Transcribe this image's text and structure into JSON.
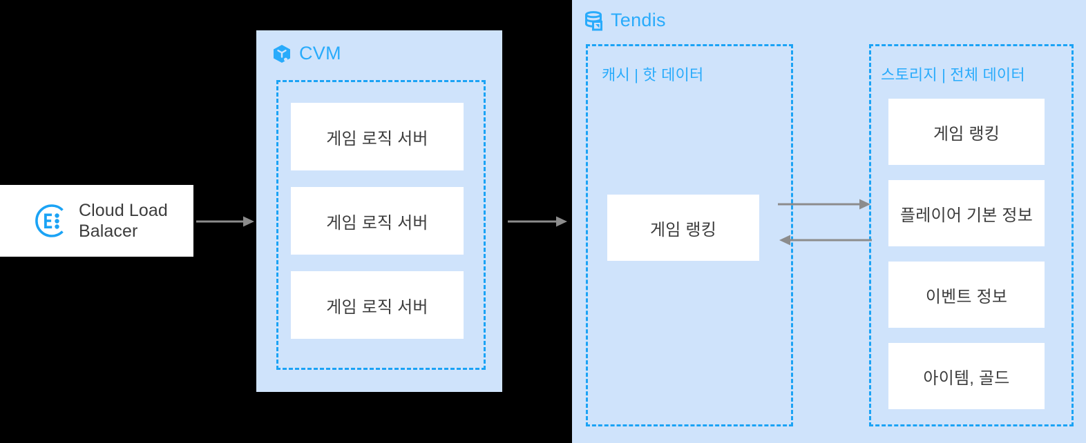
{
  "diagram": {
    "title": "Game architecture with CLB, CVM and Tendis",
    "colors": {
      "panel_fill": "#cfe3fb",
      "accent_blue": "#29abfb",
      "dashed_border": "#1ba3f5",
      "box_fill": "#ffffff",
      "text_dark": "#3c3c3c",
      "arrow_gray": "#8c8c8c",
      "background": "#000000"
    }
  },
  "load_balancer": {
    "icon": "cloud-load-balancer-icon",
    "label": "Cloud Load\nBalacer"
  },
  "arrows": {
    "clb_to_cvm": "arrow-right",
    "cvm_to_tendis": "arrow-right",
    "cache_to_storage": "arrow-right",
    "storage_to_cache": "arrow-left"
  },
  "cvm": {
    "icon": "cvm-cube-icon",
    "title": "CVM",
    "servers": [
      {
        "label": "게임 로직 서버"
      },
      {
        "label": "게임 로직 서버"
      },
      {
        "label": "게임 로직 서버"
      }
    ]
  },
  "tendis": {
    "icon": "tendis-database-icon",
    "title": "Tendis",
    "cache": {
      "title": "캐시 | 핫 데이터",
      "items": [
        {
          "label": "게임 랭킹"
        }
      ]
    },
    "storage": {
      "title": "스토리지 | 전체 데이터",
      "items": [
        {
          "label": "게임 랭킹"
        },
        {
          "label": "플레이어 기본 정보"
        },
        {
          "label": "이벤트 정보"
        },
        {
          "label": "아이템, 골드"
        }
      ]
    }
  }
}
